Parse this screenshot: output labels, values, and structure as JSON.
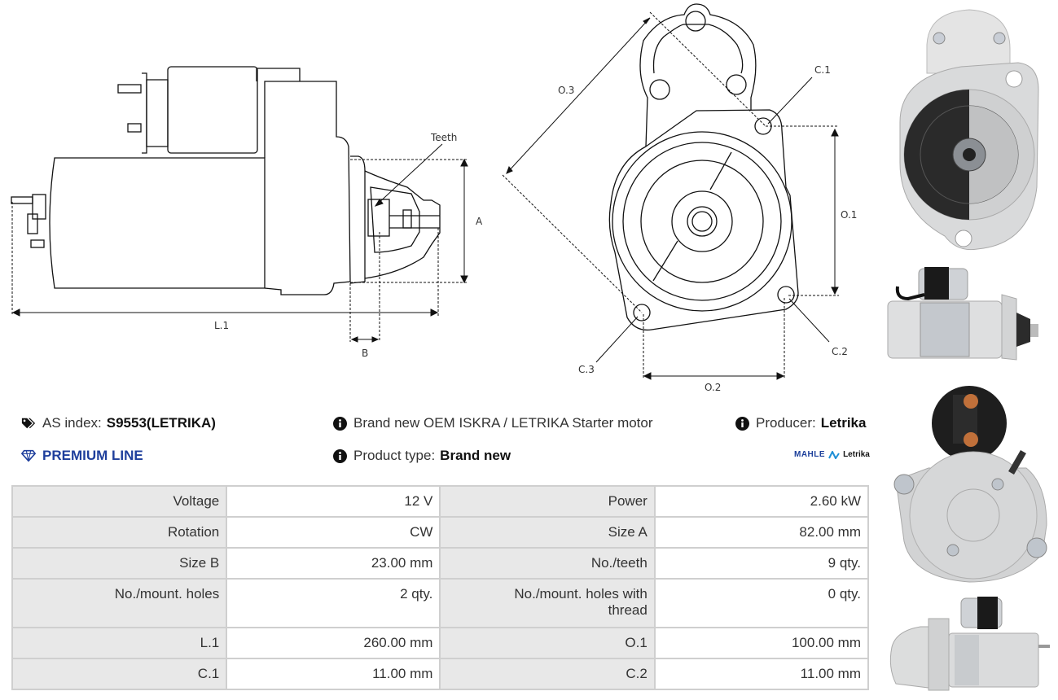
{
  "drawing_side": {
    "labels": {
      "teeth": "Teeth",
      "a": "A",
      "b": "B",
      "l1": "L.1"
    }
  },
  "drawing_front": {
    "labels": {
      "o1": "O.1",
      "o2": "O.2",
      "o3": "O.3",
      "c1": "C.1",
      "c2": "C.2",
      "c3": "C.3"
    }
  },
  "info": {
    "as_index_label": "AS index:",
    "as_index_value": "S9553(LETRIKA)",
    "premium_line": "PREMIUM LINE",
    "description": "Brand new OEM ISKRA / LETRIKA Starter motor",
    "producer_label": "Producer:",
    "producer_value": "Letrika",
    "product_type_label": "Product type:",
    "product_type_value": "Brand new",
    "brand_logo": {
      "mahle": "MAHLE",
      "letrika": "Letrika"
    }
  },
  "specs": {
    "rows": [
      {
        "k1": "Voltage",
        "v1": "12 V",
        "k2": "Power",
        "v2": "2.60 kW"
      },
      {
        "k1": "Rotation",
        "v1": "CW",
        "k2": "Size A",
        "v2": "82.00 mm"
      },
      {
        "k1": "Size B",
        "v1": "23.00 mm",
        "k2": "No./teeth",
        "v2": "9 qty."
      },
      {
        "k1": "No./mount. holes",
        "v1": "2 qty.",
        "k2": "No./mount. holes with thread",
        "v2": "0 qty."
      },
      {
        "k1": "L.1",
        "v1": "260.00 mm",
        "k2": "O.1",
        "v2": "100.00 mm"
      },
      {
        "k1": "C.1",
        "v1": "11.00 mm",
        "k2": "C.2",
        "v2": "11.00 mm"
      }
    ]
  },
  "colors": {
    "premium_blue": "#1f3f9c",
    "key_cell_bg": "#e8e8e8",
    "border": "#cfcfcf"
  }
}
